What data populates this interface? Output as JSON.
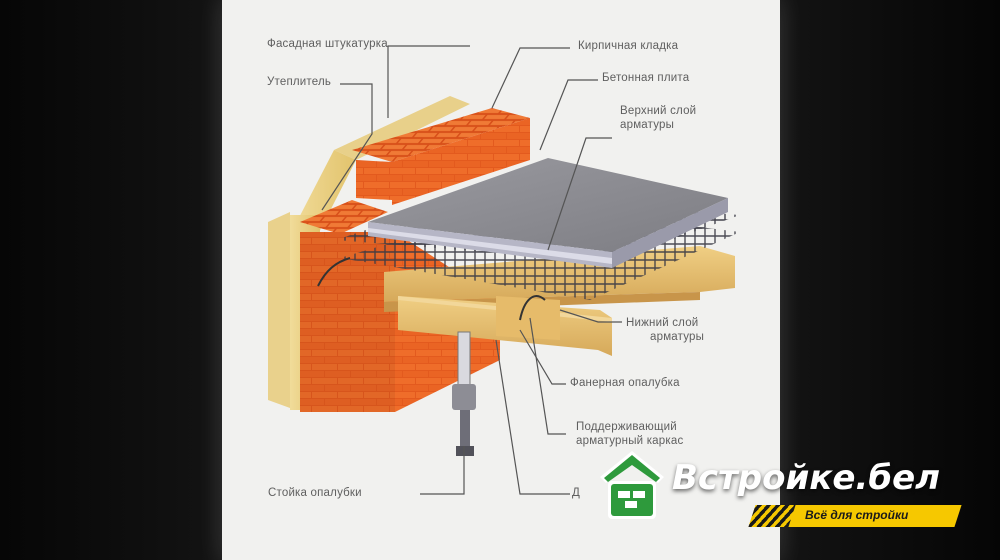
{
  "diagram": {
    "labels": {
      "facade_plaster": "Фасадная штукатурка",
      "insulation": "Утеплитель",
      "brickwork": "Кирпичная кладка",
      "concrete_slab": "Бетонная плита",
      "upper_rebar_line1": "Верхний слой",
      "upper_rebar_line2": "арматуры",
      "lower_rebar_line1": "Нижний слой",
      "lower_rebar_line2": "арматуры",
      "plywood_formwork": "Фанерная опалубка",
      "support_frame_line1": "Поддерживающий",
      "support_frame_line2": "арматурный каркас",
      "formwork_post": "Стойка опалубки",
      "partial_label": "Д"
    }
  },
  "watermark": {
    "brand": "Встройке.бел",
    "tagline": "Всё для стройки",
    "colors": {
      "house": "#2e9a3c",
      "bar": "#f6c800"
    }
  }
}
